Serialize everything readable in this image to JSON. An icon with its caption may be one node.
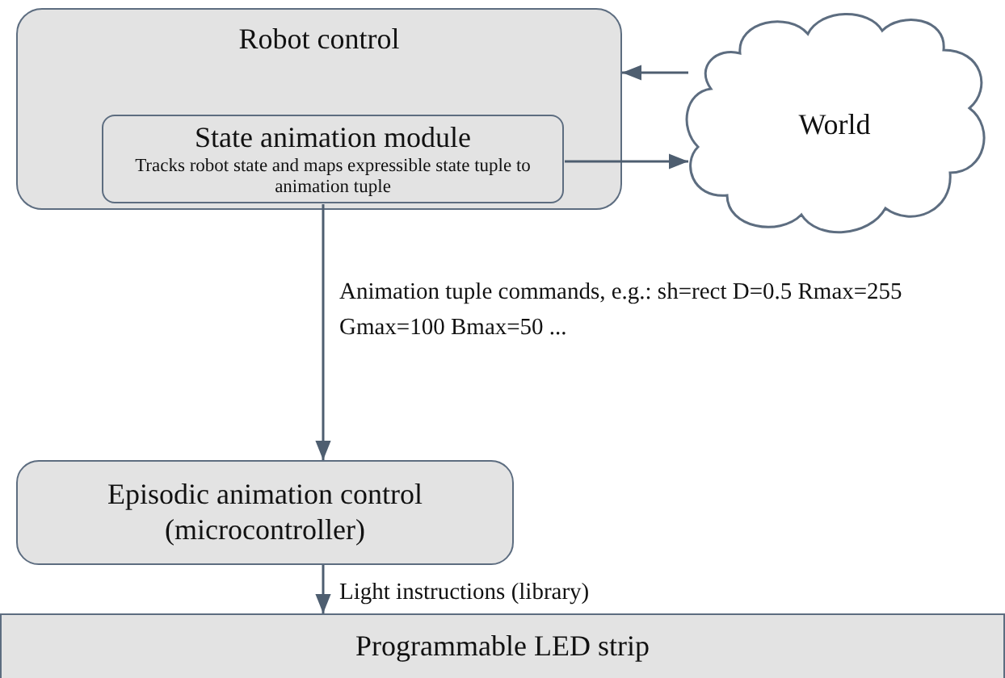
{
  "diagram": {
    "nodes": [
      {
        "text": [
          "Robot control"
        ]
      },
      {
        "text": [
          "State animation module",
          "Tracks robot state and maps expressible state tuple to animation tuple"
        ],
        "in": 0
      },
      {
        "text": [
          "World"
        ]
      },
      {
        "text": [
          "Episodic animation control (microcontroller)"
        ]
      },
      {
        "text": [
          "Programmable LED strip"
        ]
      }
    ],
    "edges": [
      {
        "from": 2,
        "to": 0,
        "arrow": "to"
      },
      {
        "from": 1,
        "to": 2,
        "arrow": "to"
      },
      {
        "from": 1,
        "to": 3,
        "arrow": "to",
        "label": "Animation tuple commands, e.g.: sh=rect D=0.5 Rmax=255 Gmax=100 Bmax=50 ..."
      },
      {
        "from": 3,
        "to": 4,
        "arrow": "to",
        "label": "Light instructions (library)"
      }
    ]
  }
}
